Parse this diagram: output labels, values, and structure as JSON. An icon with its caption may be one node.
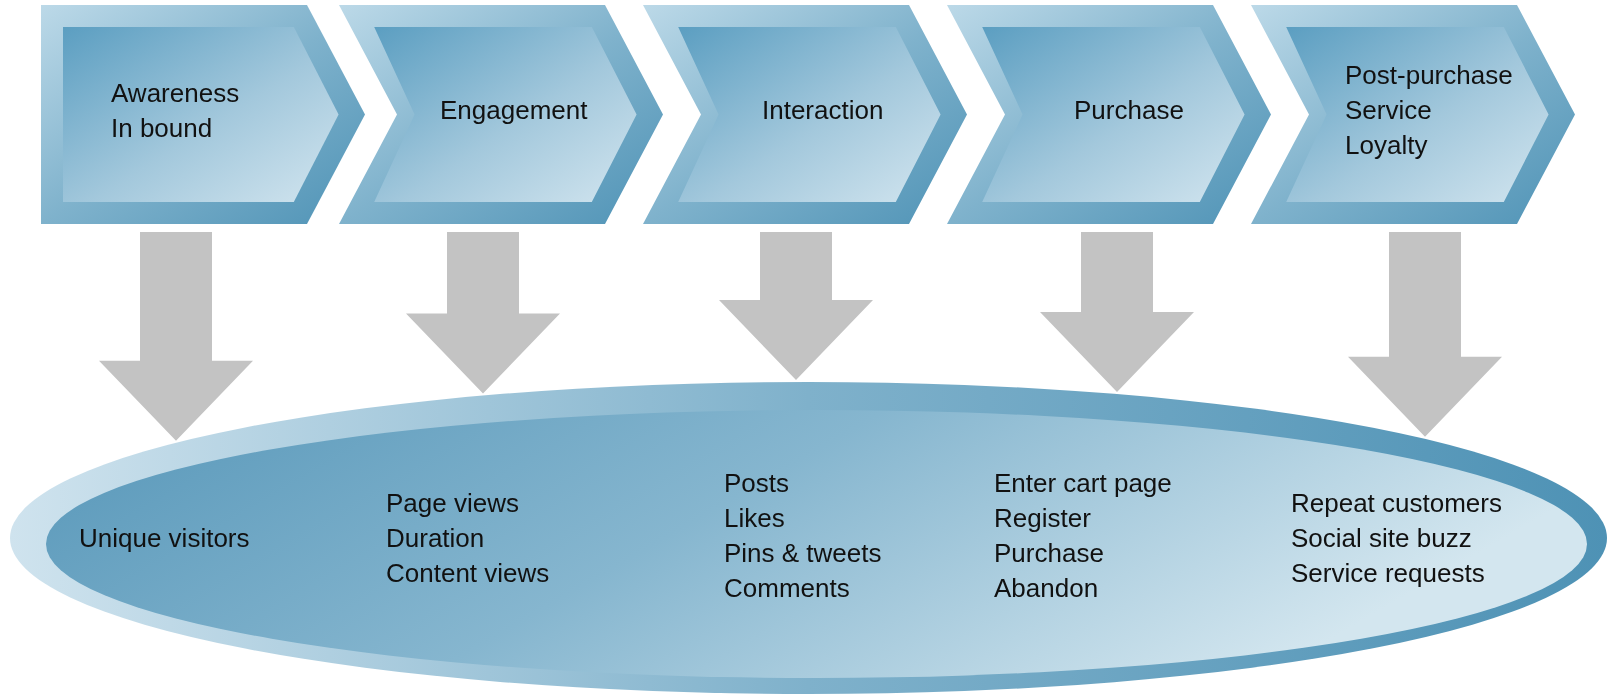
{
  "diagram": {
    "nodes": [
      {
        "text": [
          "Awareness",
          "In bound"
        ]
      },
      {
        "text": [
          "Engagement"
        ]
      },
      {
        "text": [
          "Interaction"
        ]
      },
      {
        "text": [
          "Purchase"
        ]
      },
      {
        "text": [
          "Post-purchase",
          "Service",
          "Loyalty"
        ]
      },
      {
        "text": [],
        "shape": "ellipse"
      },
      {
        "text": [
          "Unique visitors"
        ],
        "in": 5
      },
      {
        "text": [
          "Page views",
          "Duration",
          "Content views"
        ],
        "in": 5
      },
      {
        "text": [
          "Posts",
          "Likes",
          "Pins & tweets",
          "Comments"
        ],
        "in": 5
      },
      {
        "text": [
          "Enter cart page",
          "Register",
          "Purchase",
          "Abandon"
        ],
        "in": 5
      },
      {
        "text": [
          "Repeat customers",
          "Social site buzz",
          "Service requests"
        ],
        "in": 5
      }
    ],
    "edges": [
      {
        "from": 0,
        "to": 5,
        "arrow": "to"
      },
      {
        "from": 1,
        "to": 5,
        "arrow": "to"
      },
      {
        "from": 2,
        "to": 5,
        "arrow": "to"
      },
      {
        "from": 3,
        "to": 5,
        "arrow": "to"
      },
      {
        "from": 4,
        "to": 5,
        "arrow": "to"
      }
    ]
  }
}
